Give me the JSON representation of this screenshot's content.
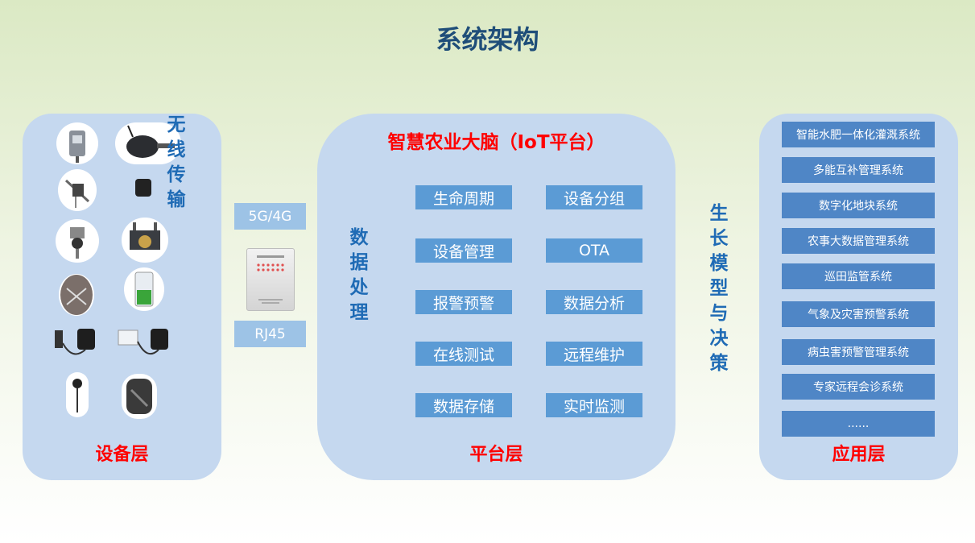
{
  "title": "系统架构",
  "device_layer": {
    "label": "设备层",
    "wireless_label": "无线传输",
    "devices": [
      "weather-station-icon",
      "antenna-sensor-icon",
      "rain-gauge-icon",
      "probe-sensor-icon",
      "camera-icon",
      "pest-monitor-icon",
      "insect-trap-icon",
      "soil-tube-icon",
      "soil-probe-icon",
      "light-sensor-icon",
      "water-level-icon",
      "gauge-sensor-icon"
    ]
  },
  "connectivity": {
    "wireless": "5G/4G",
    "wired": "RJ45"
  },
  "platform_layer": {
    "title": "智慧农业大脑（IoT平台）",
    "side_label": "数据处理",
    "label": "平台层",
    "functions": [
      [
        "生命周期",
        "设备分组"
      ],
      [
        "设备管理",
        "OTA"
      ],
      [
        "报警预警",
        "数据分析"
      ],
      [
        "在线测试",
        "远程维护"
      ],
      [
        "数据存储",
        "实时监测"
      ]
    ]
  },
  "growth_label": "生长模型与决策",
  "application_layer": {
    "label": "应用层",
    "systems": [
      "智能水肥一体化灌溉系统",
      "多能互补管理系统",
      "数字化地块系统",
      "农事大数据管理系统",
      "巡田监管系统",
      "气象及灾害预警系统",
      "病虫害预警管理系统",
      "专家远程会诊系统",
      "......"
    ]
  },
  "colors": {
    "title": "#1f4e79",
    "panel": "#c5d8ef",
    "layer_label": "#ff0000",
    "vertical_label": "#1f6bb5",
    "platform_button": "#5b9bd5",
    "app_button": "#4f86c6",
    "link_box": "#9dc3e6"
  }
}
